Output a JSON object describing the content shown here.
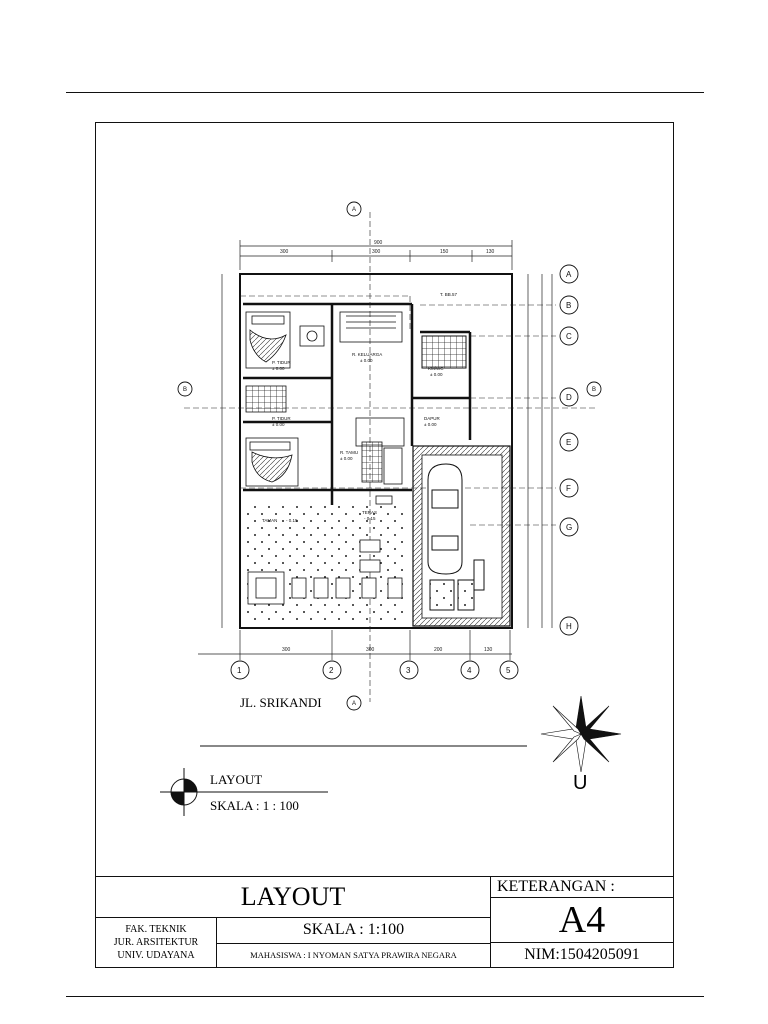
{
  "drawing": {
    "street_name": "JL. SRIKANDI",
    "section_marker": "A",
    "section_marker_side": "B",
    "grid_letters": [
      "A",
      "B",
      "C",
      "D",
      "E",
      "F",
      "G",
      "H"
    ],
    "grid_numbers": [
      "1",
      "2",
      "3",
      "4",
      "5"
    ],
    "top_dims": [
      "300",
      "150",
      "130"
    ],
    "bottom_dims": [
      "300",
      "300",
      "200",
      "130"
    ],
    "room_labels": [
      "T. BB.57",
      "P. TIDUR",
      "± 0.00",
      "R. KELUARGA",
      "± 0.00",
      "KM/WC",
      "± 0.00",
      "P. TIDUR",
      "± 0.00",
      "DAPUR",
      "± 0.00",
      "R. TAMU",
      "± 0.00",
      "TERAS",
      "- 0.15",
      "TAMAN",
      "- 0.15"
    ]
  },
  "caption": {
    "title": "LAYOUT",
    "scale": "SKALA : 1 : 100"
  },
  "north": {
    "letter": "U"
  },
  "title_block": {
    "main_title": "LAYOUT",
    "keterangan_label": "KETERANGAN :",
    "paper_size": "A4",
    "institution": [
      "FAK. TEKNIK",
      "JUR. ARSITEKTUR",
      "UNIV. UDAYANA"
    ],
    "scale": "SKALA : 1:100",
    "student": "MAHASISWA : I NYOMAN SATYA PRAWIRA NEGARA",
    "nim": "NIM:1504205091"
  }
}
